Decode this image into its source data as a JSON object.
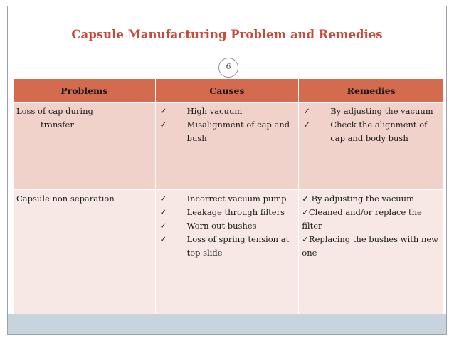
{
  "slide": {
    "title": "Capsule Manufacturing Problem and Remedies",
    "page_number": "6"
  },
  "table": {
    "headers": [
      "Problems",
      "Causes",
      "Remedies"
    ],
    "rows": [
      {
        "problem_line1": "Loss of cap during",
        "problem_line2": "transfer",
        "causes": [
          "High vacuum",
          "Misalignment of cap and bush"
        ],
        "remedies": [
          "By adjusting the vacuum",
          "Check the alignment of cap and body bush"
        ]
      },
      {
        "problem_line1": "Capsule non separation",
        "causes": [
          "Incorrect vacuum pump",
          "Leakage through filters",
          "Worn out bushes",
          "Loss of spring tension at top slide"
        ],
        "remedies": [
          "By adjusting the vacuum",
          "Cleaned and/or replace the filter",
          "Replacing the bushes with new one"
        ]
      }
    ]
  },
  "icons": {
    "check": "check-icon",
    "check_glyph": "✓"
  },
  "colors": {
    "title": "#c84b3a",
    "header_bg": "#d46a4e",
    "row1_bg": "#f1d2cb",
    "row2_bg": "#f7e8e4"
  }
}
